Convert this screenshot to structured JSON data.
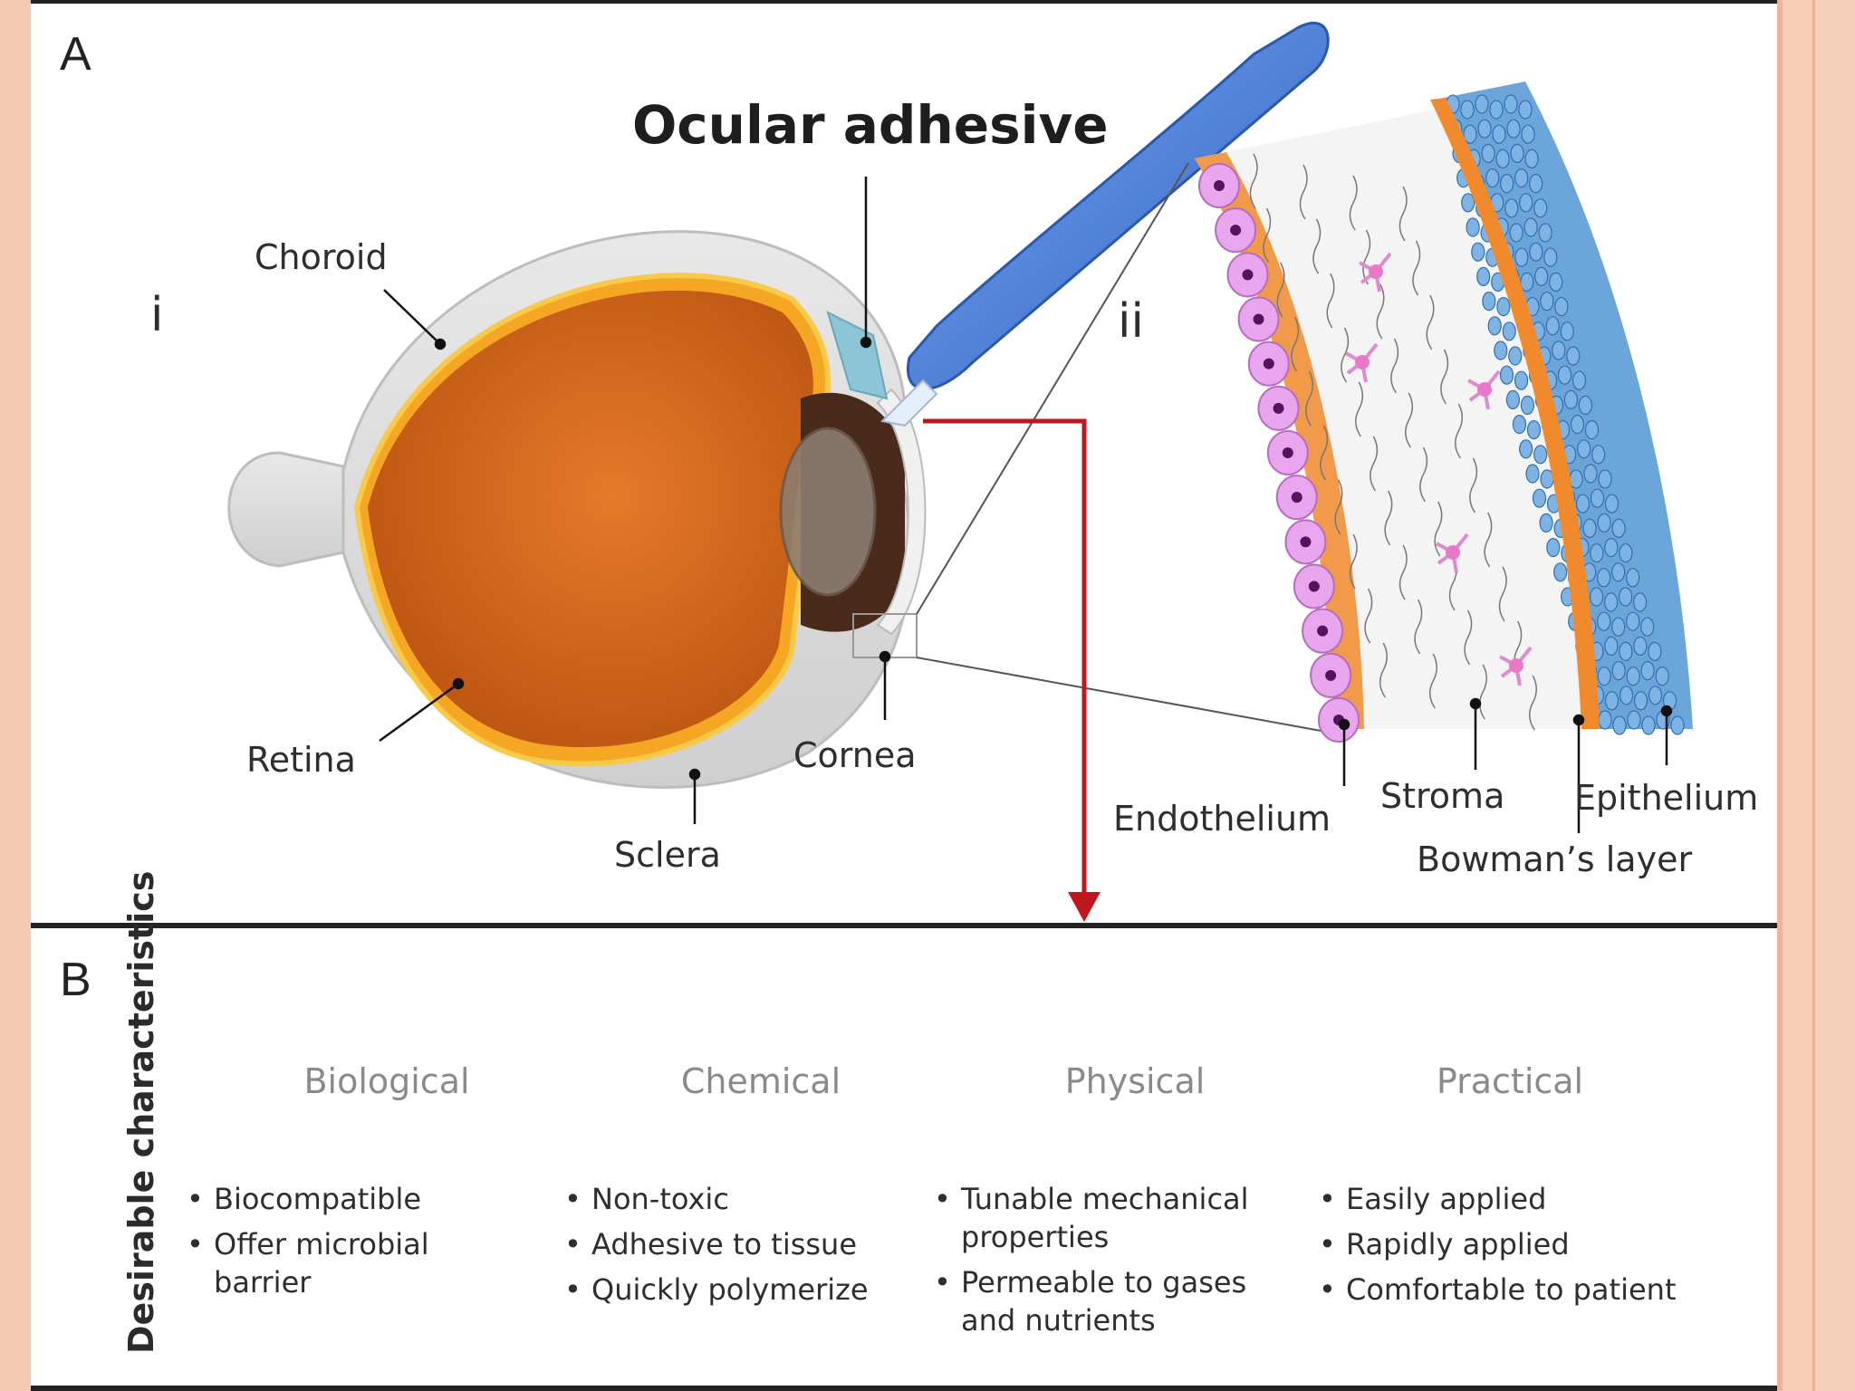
{
  "panel_a": {
    "letter": "A",
    "title": "Ocular adhesive",
    "sub_i": "i",
    "sub_ii": "ii",
    "labels": {
      "choroid": "Choroid",
      "retina": "Retina",
      "sclera": "Sclera",
      "cornea": "Cornea",
      "endothelium": "Endothelium",
      "stroma": "Stroma",
      "epithelium": "Epithelium",
      "bowmans_layer": "Bowman’s layer"
    }
  },
  "panel_b": {
    "letter": "B",
    "vertical_title": "Desirable characteristics",
    "categories": [
      {
        "label": "Biological",
        "bullets": [
          "Biocompatible",
          "Offer microbial barrier"
        ]
      },
      {
        "label": "Chemical",
        "bullets": [
          "Non-toxic",
          "Adhesive to tissue",
          "Quickly polymerize"
        ]
      },
      {
        "label": "Physical",
        "bullets": [
          "Tunable mechanical properties",
          "Permeable to gases and nutrients"
        ]
      },
      {
        "label": "Practical",
        "bullets": [
          "Easily applied",
          "Rapidly applied",
          "Comfortable to patient"
        ]
      }
    ]
  },
  "colors": {
    "border": "#f4b294",
    "eye_interior": "#d86a1e",
    "retina": "#f7b23b",
    "applicator": "#4a7fd8",
    "arrow": "#c0171e",
    "epithelium": "#5b9bd5",
    "endothelium": "#e39ae8",
    "bowman": "#f08a2c"
  }
}
